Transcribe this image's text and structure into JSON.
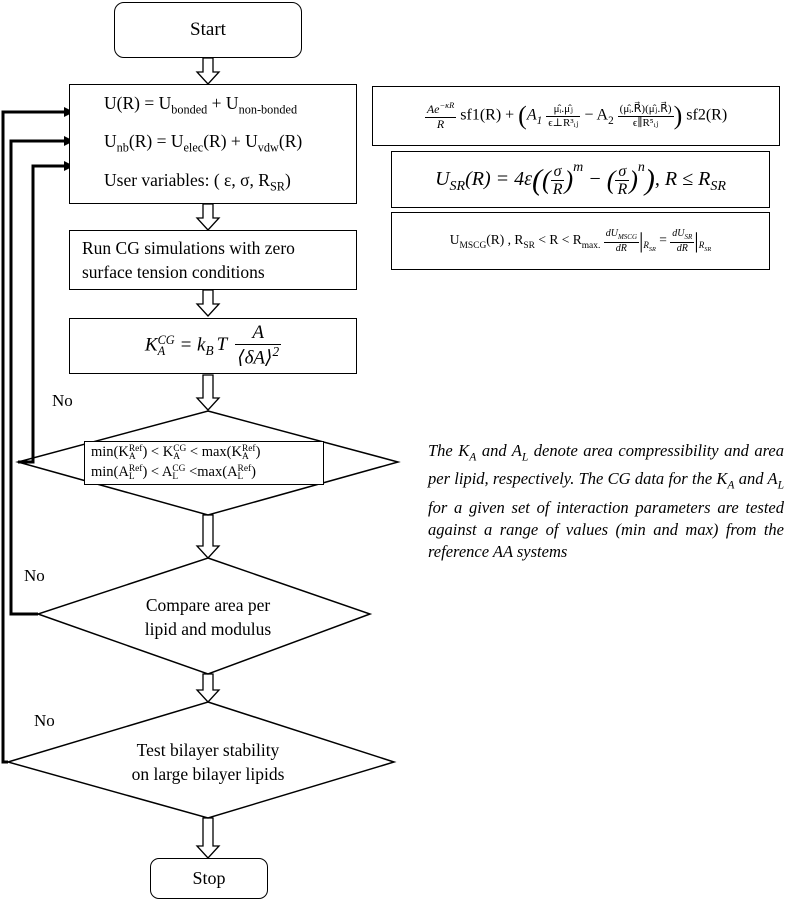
{
  "flowchart": {
    "start": "Start",
    "stop": "Stop",
    "params_box": {
      "line1_lhs": "U(R) = U",
      "line1_sub1": "bonded",
      "line1_plus": " + U",
      "line1_sub2": "non-bonded",
      "line2_lhs": "U",
      "line2_sub0": "nb",
      "line2_mid": "(R) = U",
      "line2_sub1": "elec",
      "line2_plus": "(R) + U",
      "line2_sub2": "vdw",
      "line2_end": "(R)",
      "line3": "User variables:  ( ε, σ, R",
      "line3_sub": "SR",
      "line3_end": ")"
    },
    "run_box": [
      "Run CG simulations with zero",
      "surface tension conditions"
    ],
    "ka_box": {
      "lhs": "K",
      "lhs_sub": "A",
      "lhs_sup": "CG",
      "eq": " =  k",
      "kb_sub": "B",
      "T": "T",
      "num": "A",
      "den": "⟨δA⟩",
      "den_sup": "2"
    },
    "diamond1": {
      "row1": [
        "min(K",
        "A",
        "Ref",
        ") < K",
        "A",
        "CG",
        " < max(K",
        "A",
        "Ref",
        ")"
      ],
      "row2": [
        "min(A",
        "L",
        "Ref",
        ") <  A",
        "L",
        "CG",
        " <max(A",
        "L",
        "Ref",
        ")"
      ]
    },
    "diamond2": [
      "Compare area per",
      "lipid and modulus"
    ],
    "diamond3": [
      "Test bilayer stability",
      "on large bilayer lipids"
    ],
    "no_labels": [
      "No",
      "No",
      "No"
    ]
  },
  "equations": {
    "eq1": {
      "num": "Ae",
      "num_sup": "−κR",
      "den": "R",
      "sf1": "sf1(R) + ",
      "A1": "A",
      "A1_sub": "1",
      "frac2_num": "μ̂ᵢ.μ̂ⱼ",
      "frac2_den": "ϵ⊥R³ᵢⱼ",
      "minus": "  −  A",
      "A2_sub": "2",
      "frac3_num": "(μ̂ᵢ.R⃗)(μ̂ⱼ.R⃗)",
      "frac3_den": "ϵ∥R⁵ᵢⱼ",
      "sf2": "sf2(R)"
    },
    "eq2": {
      "lhs": "U",
      "lhs_sub": "SR",
      "mid": "(R) =  4ε",
      "sigma": "σ",
      "R": "R",
      "m": "m",
      "n": "n",
      "tail": ", R ≤ R",
      "tail_sub": "SR"
    },
    "eq3": {
      "a": "U",
      "a_sub": "MSCG",
      "b": "(R) , R",
      "b_sub": "SR",
      "c": " < R < R",
      "c_sub": "max.",
      "d_num": "dU",
      "d_num_sub": "MSCG",
      "d_den": "dR",
      "eval_sub": "R",
      "eval_sub2": "SR",
      "eq": " = ",
      "e_num": "dU",
      "e_num_sub": "SR",
      "e_den": "dR"
    }
  },
  "note": "The K_A and A_L denote area compressibility and area per lipid, respectively. The CG data for the K_A and A_L for a given set of interaction parameters are tested against a range of values (min and max) from the reference AA systems",
  "note_parts": {
    "p1": "The K",
    "s1": "A",
    "p2": " and A",
    "s2": "L",
    "p3": " denote area compressibility and area per lipid, respectively. The CG data for the K",
    "s3": "A",
    "p4": " and A",
    "s4": "L",
    "p5": " for a given set of interaction parameters are tested against a range of values (min and max) from the reference AA systems"
  }
}
